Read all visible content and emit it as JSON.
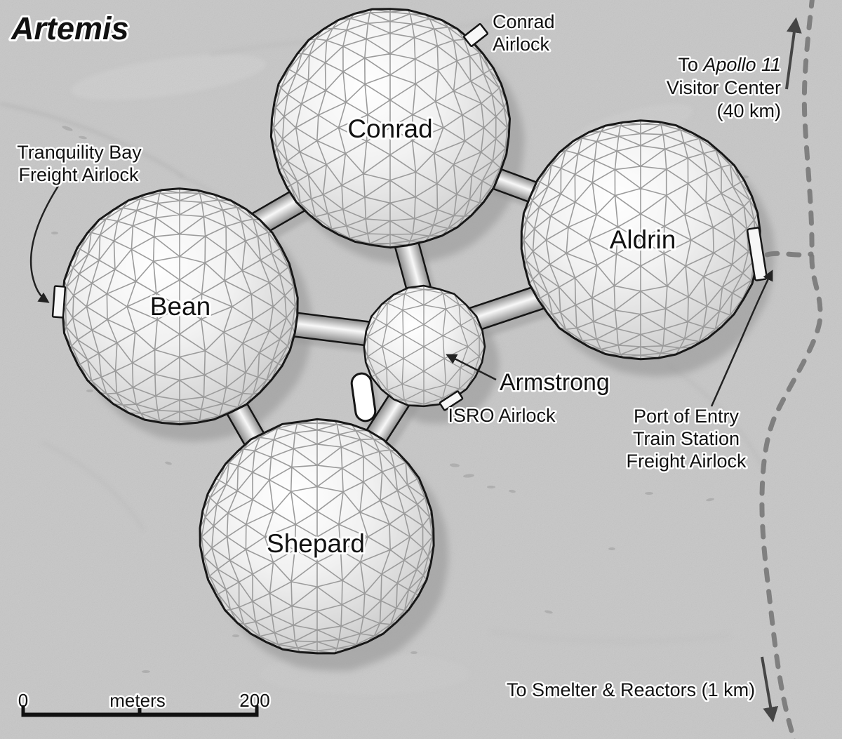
{
  "title": "Artemis",
  "map": {
    "domes": [
      {
        "id": "conrad",
        "label": "Conrad"
      },
      {
        "id": "bean",
        "label": "Bean"
      },
      {
        "id": "aldrin",
        "label": "Aldrin"
      },
      {
        "id": "armstrong",
        "label": "Armstrong"
      },
      {
        "id": "shepard",
        "label": "Shepard"
      }
    ],
    "airlocks": {
      "conrad": {
        "line1": "Conrad",
        "line2": "Airlock"
      },
      "tranquility": {
        "line1": "Tranquility Bay",
        "line2": "Freight Airlock"
      },
      "isro": {
        "label": "ISRO Airlock"
      },
      "port_of_entry": {
        "line1": "Port of Entry",
        "line2": "Train Station",
        "line3": "Freight Airlock"
      }
    },
    "directions": {
      "apollo": {
        "prefix": "To ",
        "destination": "Apollo 11",
        "line2": "Visitor Center",
        "line3": "(40 km)"
      },
      "smelter": {
        "label": "To Smelter & Reactors (1 km)"
      }
    },
    "scale_bar": {
      "start": "0",
      "unit": "meters",
      "end": "200"
    }
  },
  "colors": {
    "background": "#c7c7c7",
    "ink": "#111111",
    "halo": "#ffffff",
    "track": "#7a7a7a",
    "dome_outline": "#181818",
    "mesh": "#9b9b9b"
  }
}
